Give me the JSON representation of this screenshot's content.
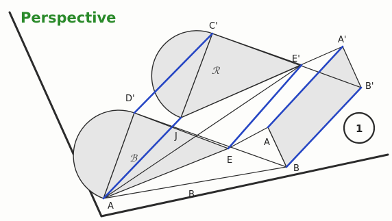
{
  "title": "Perspective",
  "badge": "1",
  "colors": {
    "title": "#2a8a2a",
    "ink": "#2b2b2b",
    "blue": "#2646c4",
    "fill": "#e6e6e6"
  },
  "points": {
    "A": "A",
    "B": "B",
    "C_prime": "C'",
    "D_prime": "D'",
    "E_prime": "E'",
    "A_prime": "A'",
    "B_prime": "B'",
    "J": "J",
    "E": "E",
    "B_lower": "B",
    "A_lower": "A"
  },
  "face_labels": {
    "upper": "ℛ",
    "lower": "ℬ"
  }
}
